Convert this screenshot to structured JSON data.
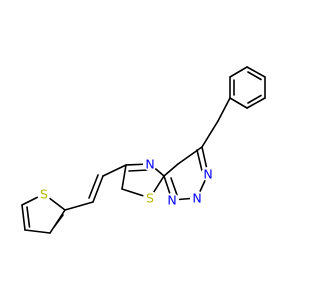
{
  "structure": {
    "background": "#ffffff",
    "bond_color": "#000000",
    "atoms": [
      {
        "id": "N_a",
        "label": "N",
        "color": "#0000ff"
      },
      {
        "id": "N_b",
        "label": "N",
        "color": "#0000ff"
      },
      {
        "id": "N_c",
        "label": "N",
        "color": "#0000ff"
      },
      {
        "id": "N_d",
        "label": "N",
        "color": "#0000ff"
      },
      {
        "id": "S_ring",
        "label": "S",
        "color": "#b8b800"
      },
      {
        "id": "S_thiophene",
        "label": "S",
        "color": "#b8b800"
      }
    ]
  }
}
